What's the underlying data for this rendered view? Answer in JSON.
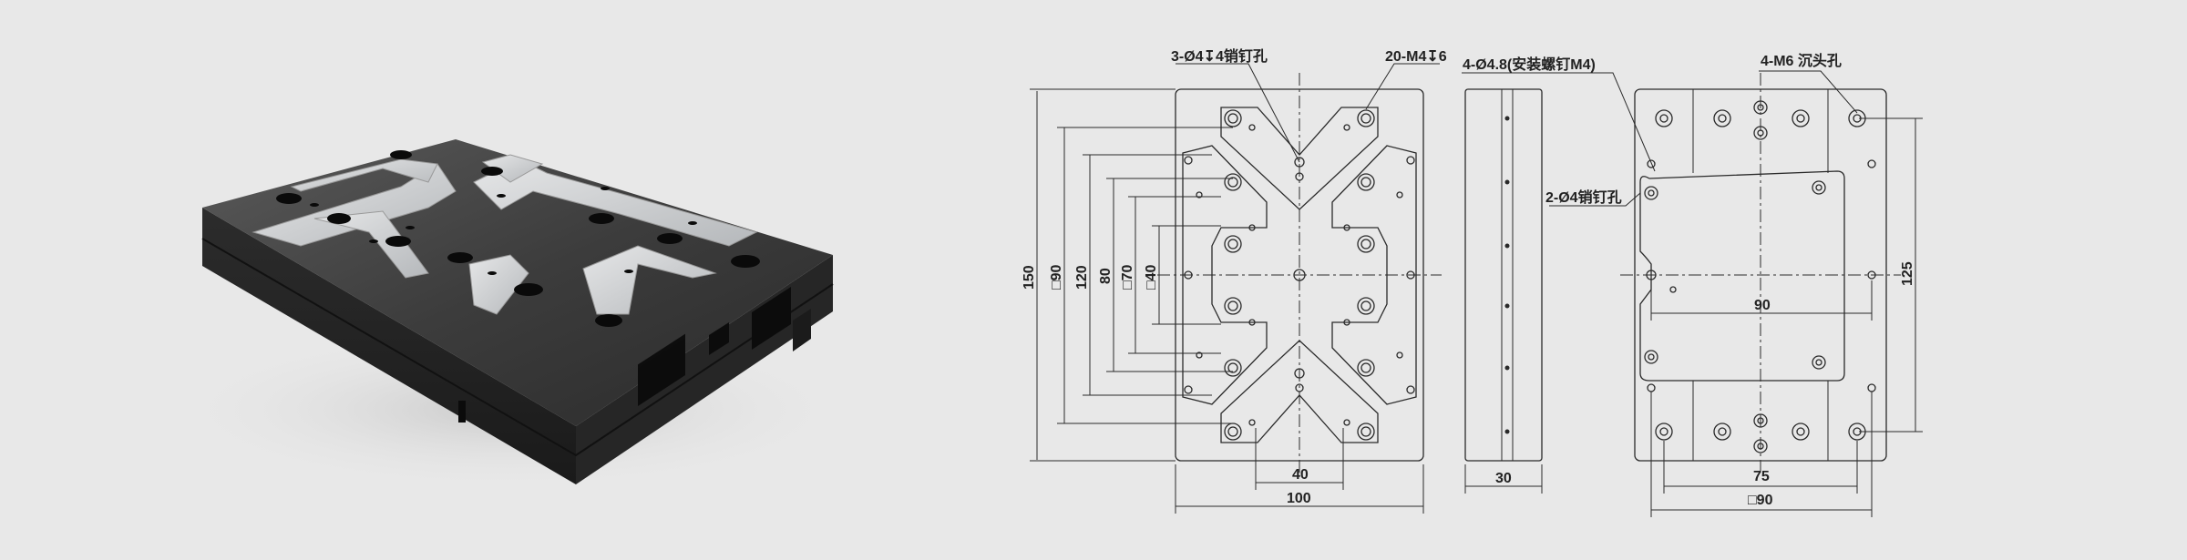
{
  "colors": {
    "background": "#e8e8e8",
    "drawing_line": "#2a2a2a",
    "body_dark": "#2f2f2f",
    "plate_silver": "#cfd1d3"
  },
  "product_render": {
    "alt": "3D render of XY stage module with silver V-shaped mounting plates"
  },
  "front_view": {
    "labels": {
      "pin_holes": "3-Ø4↧4销钉孔",
      "threaded_holes": "20-M4↧6"
    },
    "dims": {
      "height_150": "150",
      "sq90": "□90",
      "d120": "120",
      "d80": "80",
      "sq70": "□70",
      "sq40": "□40",
      "w40": "40",
      "w100": "100"
    }
  },
  "side_view": {
    "labels": {
      "mount_holes": "4-Ø4.8(安装螺钉M4)"
    },
    "dims": {
      "thickness": "30"
    }
  },
  "bottom_view": {
    "labels": {
      "counterbore": "4-M6 沉头孔",
      "pin_holes": "2-Ø4销钉孔"
    },
    "dims": {
      "d90": "90",
      "d125": "125",
      "d75": "75",
      "sq90": "□90"
    }
  }
}
